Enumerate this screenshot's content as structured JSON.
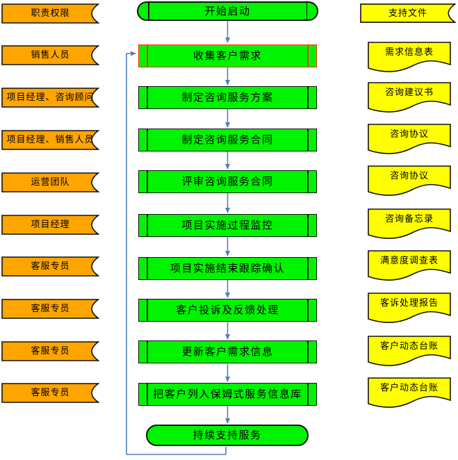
{
  "colors": {
    "role_banner_fill": "#FFA500",
    "process_fill": "#00F300",
    "document_fill": "#FFFF00",
    "connector_blue": "#4F81BD",
    "selected_outline_red": "#FF3200",
    "outline_black": "#111111"
  },
  "roles": {
    "items": [
      {
        "label": "职责权限"
      },
      {
        "label": "销售人员"
      },
      {
        "label": "项目经理、咨询顾问"
      },
      {
        "label": "项目经理、销售人员"
      },
      {
        "label": "运营团队"
      },
      {
        "label": "项目经理"
      },
      {
        "label": "客服专员"
      },
      {
        "label": "客服专员"
      },
      {
        "label": "客服专员"
      },
      {
        "label": "客服专员"
      }
    ]
  },
  "process": {
    "items": [
      {
        "label": "开始启动",
        "type": "terminator"
      },
      {
        "label": "收集客户需求",
        "type": "process",
        "selected": true
      },
      {
        "label": "制定咨询服务方案",
        "type": "process"
      },
      {
        "label": "制定咨询服务合同",
        "type": "process"
      },
      {
        "label": "评审咨询服务合同",
        "type": "process"
      },
      {
        "label": "项目实施过程监控",
        "type": "process"
      },
      {
        "label": "项目实施结束跟踪确认",
        "type": "process"
      },
      {
        "label": "客户投诉及反馈处理",
        "type": "process"
      },
      {
        "label": "更新客户需求信息",
        "type": "process"
      },
      {
        "label": "把客户列入保姆式服务信息库",
        "type": "process"
      },
      {
        "label": "持续支持服务",
        "type": "terminator"
      }
    ]
  },
  "documents": {
    "items": [
      {
        "label": "支持文件",
        "type": "banner"
      },
      {
        "label": "需求信息表",
        "type": "document"
      },
      {
        "label": "咨询建议书",
        "type": "document"
      },
      {
        "label": "咨询协议",
        "type": "document"
      },
      {
        "label": "咨询协议",
        "type": "document"
      },
      {
        "label": "咨询备忘录",
        "type": "document"
      },
      {
        "label": "满意度调查表",
        "type": "document"
      },
      {
        "label": "客诉处理报告",
        "type": "document"
      },
      {
        "label": "客户动态台账",
        "type": "document"
      },
      {
        "label": "客户动态台账",
        "type": "document"
      }
    ]
  }
}
